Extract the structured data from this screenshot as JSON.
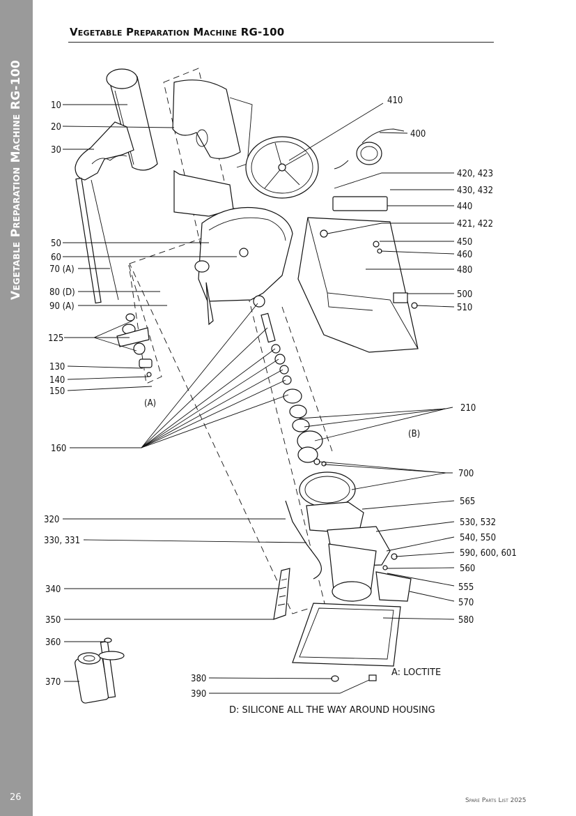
{
  "document": {
    "side_title": "Vegetable Preparation Machine  RG-100",
    "page_number": "26",
    "header_title": "Vegetable Preparation Machine RG-100",
    "footer": "Spare Parts List 2025"
  },
  "labels": {
    "l10": "10",
    "l20": "20",
    "l30": "30",
    "l50": "50",
    "l60": "60",
    "l70": "70 (A)",
    "l80": "80 (D)",
    "l90": "90 (A)",
    "l125": "125",
    "l130": "130",
    "l140": "140",
    "l150": "150",
    "l160": "160",
    "l320": "320",
    "l330": "330, 331",
    "l340": "340",
    "l350": "350",
    "l360": "360",
    "l370": "370",
    "l380": "380",
    "l390": "390",
    "l410": "410",
    "l400": "400",
    "l420": "420, 423",
    "l430": "430, 432",
    "l440": "440",
    "l421": "421, 422",
    "l450": "450",
    "l460": "460",
    "l480": "480",
    "l500": "500",
    "l510": "510",
    "l210": "210",
    "l700": "700",
    "l565": "565",
    "l530": "530, 532",
    "l540": "540, 550",
    "l590": "590, 600, 601",
    "l560": "560",
    "l555": "555",
    "l570": "570",
    "l580": "580",
    "group_a": "(A)",
    "group_b": "(B)"
  },
  "notes": {
    "loctite": "A: LOCTITE",
    "silicone": "D: SILICONE ALL THE WAY AROUND HOUSING"
  }
}
